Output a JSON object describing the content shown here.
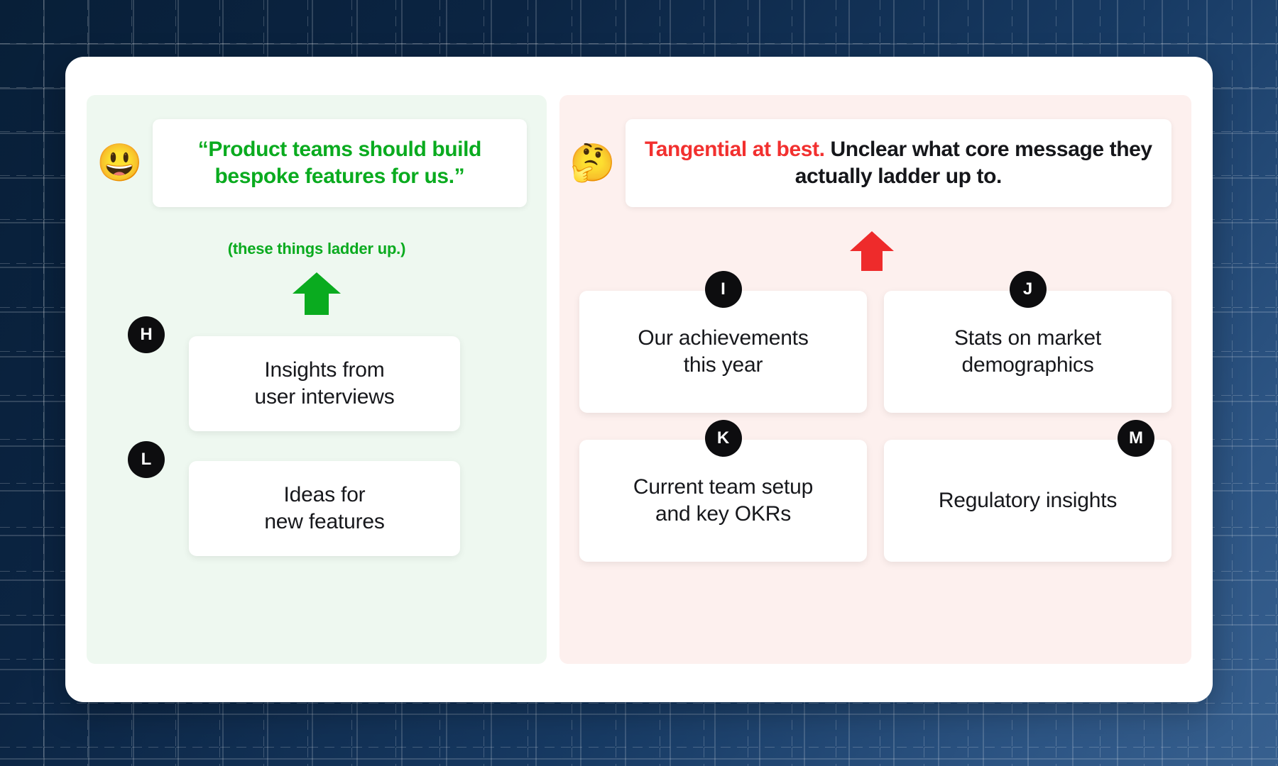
{
  "background": {
    "style": "dark-navy-gradient-with-dashed-grid",
    "gradient_from": "#081f38",
    "gradient_to": "#37608f",
    "grid_line_color": "#ffffff"
  },
  "left_panel": {
    "background_color": "#eef8f0",
    "accent_color": "#0aab1f",
    "emoji": "grinning-face-emoji",
    "emoji_glyph": "😃",
    "headline": "“Product teams should build bespoke features for us.”",
    "ladder_caption": "(these things ladder up.)",
    "arrow": "arrow-up-icon",
    "arrow_color": "#0aab1f",
    "cards": [
      {
        "badge": "H",
        "text": "Insights from\nuser interviews",
        "line1": "Insights from",
        "line2": "user interviews"
      },
      {
        "badge": "L",
        "text": "Ideas for\nnew features",
        "line1": "Ideas for",
        "line2": "new features"
      }
    ]
  },
  "right_panel": {
    "background_color": "#fdf0ee",
    "accent_color": "#f2302f",
    "emoji": "thinking-face-emoji",
    "emoji_glyph": "🤔",
    "headline_highlight": "Tangential at best.",
    "headline_rest": " Unclear what core message they actually ladder up to.",
    "arrow": "arrow-up-icon",
    "arrow_color": "#ee2b2b",
    "cards": [
      {
        "badge": "I",
        "line1": "Our achievements",
        "line2": "this year"
      },
      {
        "badge": "J",
        "line1": "Stats on market",
        "line2": "demographics"
      },
      {
        "badge": "K",
        "line1": "Current team setup",
        "line2": "and key OKRs"
      },
      {
        "badge": "M",
        "line1": "Regulatory insights",
        "line2": ""
      }
    ]
  }
}
